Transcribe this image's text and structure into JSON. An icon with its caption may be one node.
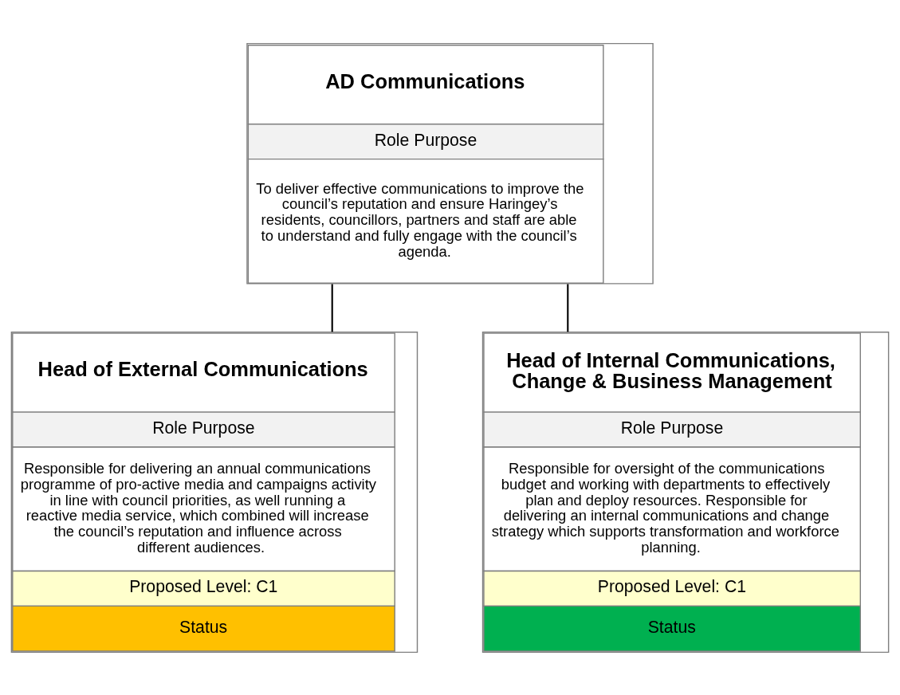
{
  "diagram": {
    "nodes": [
      {
        "text": [
          "AD Communications",
          "Role Purpose",
          "To deliver effective communications to improve the council’s reputation and ensure Haringey’s residents, councillors, partners and staff are able to understand and fully engage with the council’s agenda."
        ]
      },
      {
        "text": [
          "Head of External Communications",
          "Role Purpose",
          "Responsible for delivering an annual communications programme of pro-active media and campaigns activity in line with council priorities, as well running a reactive media service, which combined will increase the council’s reputation and influence across different audiences.",
          "Proposed Level: C1",
          "Status"
        ]
      },
      {
        "text": [
          "Head of Internal Communications, Change & Business Management",
          "Role Purpose",
          "Responsible for oversight of the communications budget and working with departments to effectively plan and deploy resources. Responsible for delivering an internal communications and change strategy which supports transformation and workforce planning.",
          "Proposed Level: C1",
          "Status"
        ]
      }
    ],
    "edges": [
      {
        "from": 0,
        "to": 1,
        "arrow": "none"
      },
      {
        "from": 0,
        "to": 2,
        "arrow": "none"
      }
    ]
  }
}
